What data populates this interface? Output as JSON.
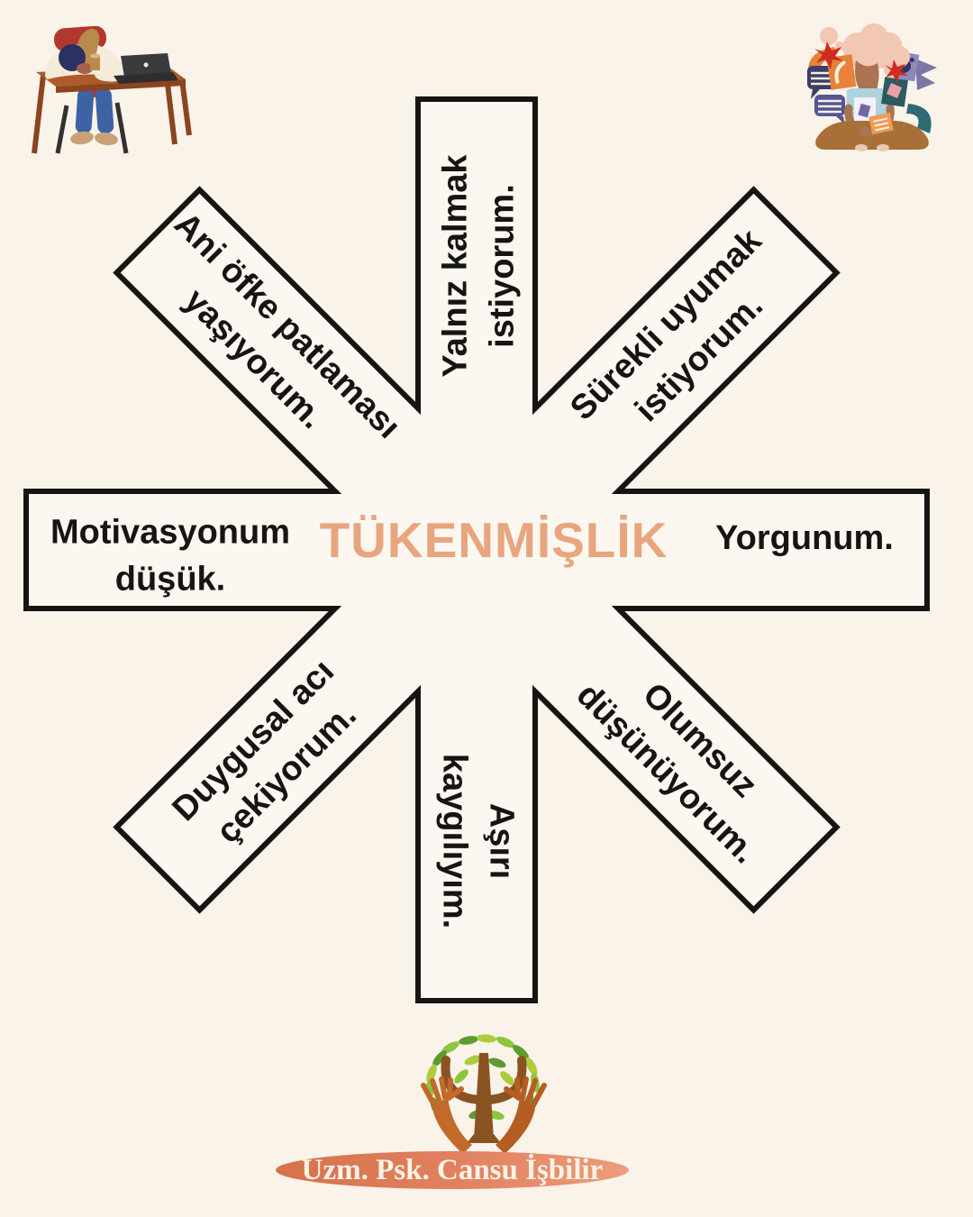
{
  "colors": {
    "background": "#FAF3EA",
    "star_fill": "#FCF8F1",
    "outline": "#171513",
    "title": "#E8A57E",
    "badge": "#DF815B",
    "badge_text": "#FCF3E6"
  },
  "diagram": {
    "title": "TÜKENMİŞLİK",
    "arms": {
      "top": {
        "lines": [
          "Yalnız kalmak",
          "istiyorum."
        ]
      },
      "top_right": {
        "lines": [
          "Sürekli uyumak",
          "istiyorum."
        ]
      },
      "right": {
        "lines": [
          "Yorgunum."
        ]
      },
      "bottom_right": {
        "lines": [
          "Olumsuz",
          "düşünüyorum."
        ]
      },
      "bottom": {
        "lines": [
          "Aşırı",
          "kaygılıyım."
        ]
      },
      "bottom_left": {
        "lines": [
          "Duygusal acı",
          "çekiyorum."
        ]
      },
      "left": {
        "lines": [
          "Motivasyonum",
          "düşük."
        ]
      },
      "top_left": {
        "lines": [
          "Ani öfke patlaması",
          "yaşıyorum."
        ]
      }
    }
  },
  "footer": {
    "credit": "Uzm. Psk. Cansu İşbilir"
  },
  "illustrations": {
    "top_left": "person-asleep-at-desk-illustration",
    "top_right": "person-overwhelmed-burnout-illustration",
    "footer_logo": "psi-tree-in-hands-logo"
  }
}
